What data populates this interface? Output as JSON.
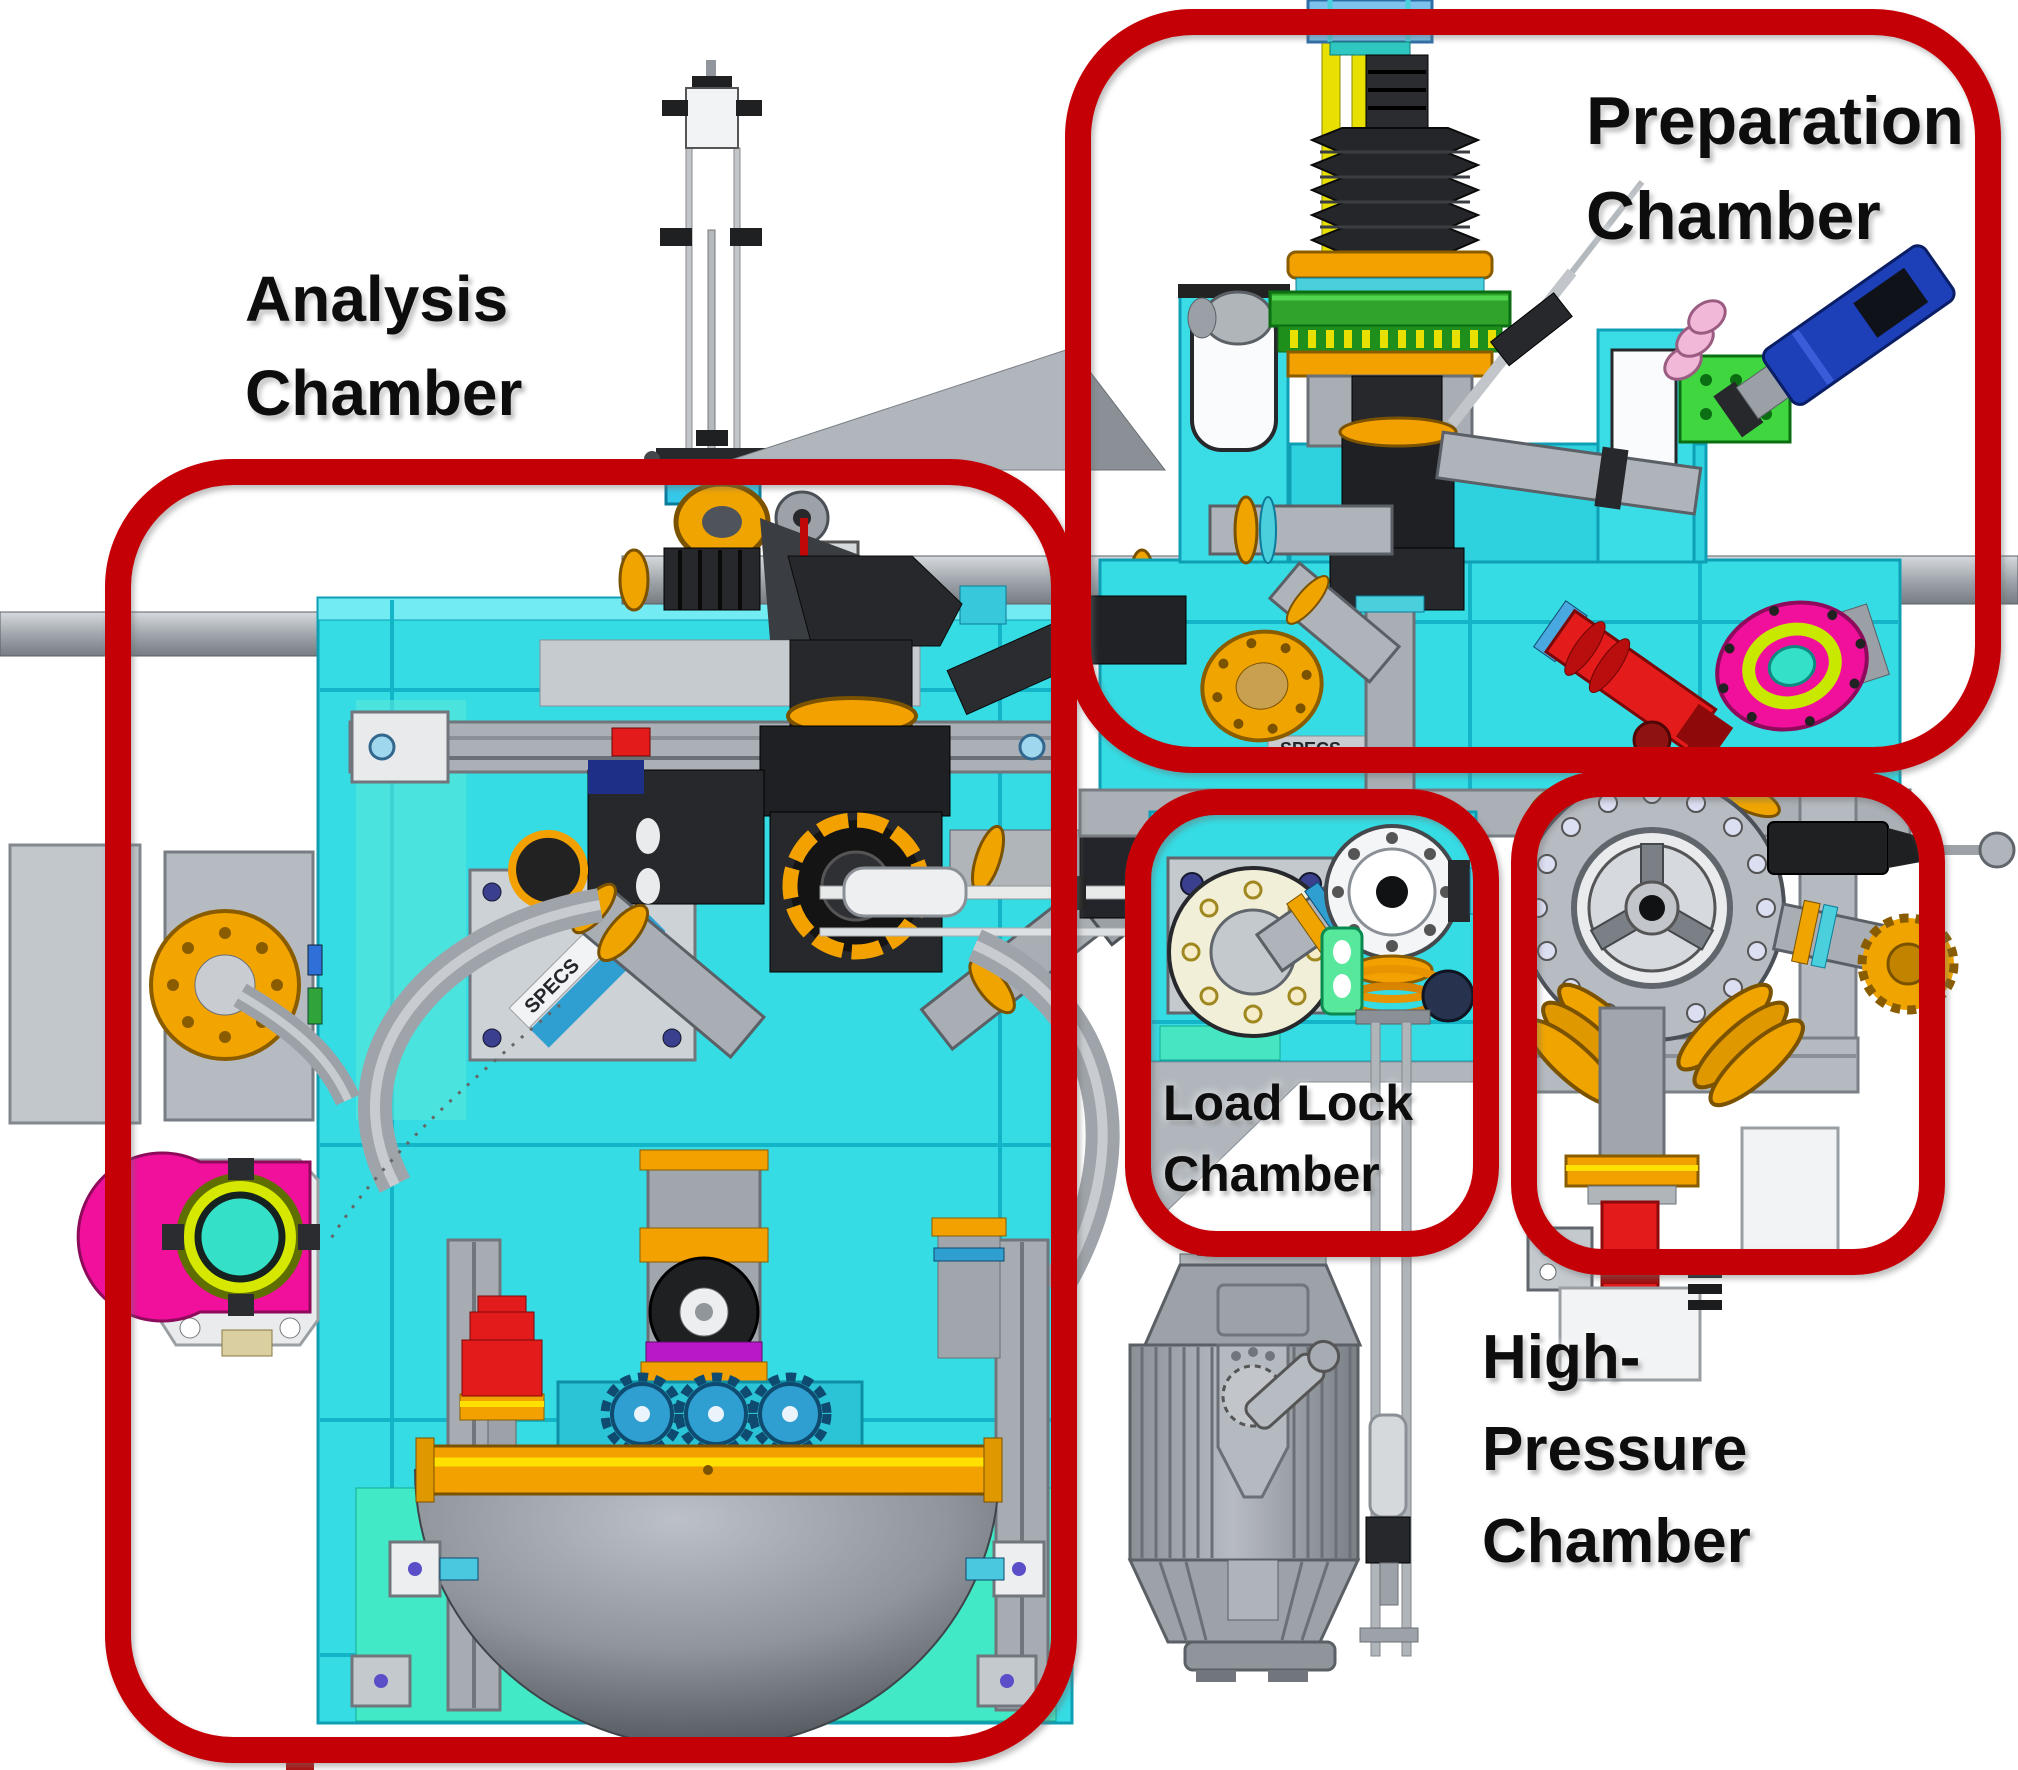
{
  "chambers": [
    {
      "id": "analysis",
      "label_lines": [
        "Analysis",
        "Chamber"
      ]
    },
    {
      "id": "preparation",
      "label_lines": [
        "Preparation",
        "Chamber"
      ]
    },
    {
      "id": "load_lock",
      "label_lines": [
        "Load Lock",
        "Chamber"
      ]
    },
    {
      "id": "high_pressure",
      "label_lines": [
        "High-",
        "Pressure",
        "Chamber"
      ]
    }
  ],
  "brand": {
    "name": "SPECS"
  },
  "colors": {
    "outline_red": "#c40006",
    "label_text": "#0d0d0d",
    "background": "#ffffff",
    "chamber_cyan": "#35dce4",
    "chamber_mint": "#46e6c2",
    "flange_gold": "#f2a100",
    "accent_yellow": "#ffd900",
    "magenta_flange": "#f0109b",
    "part_red": "#e31b1b",
    "part_blue": "#1d3fb8",
    "part_green": "#2fa32a",
    "steel_gray": "#a6acb2",
    "dark_bellows": "#26282c"
  }
}
